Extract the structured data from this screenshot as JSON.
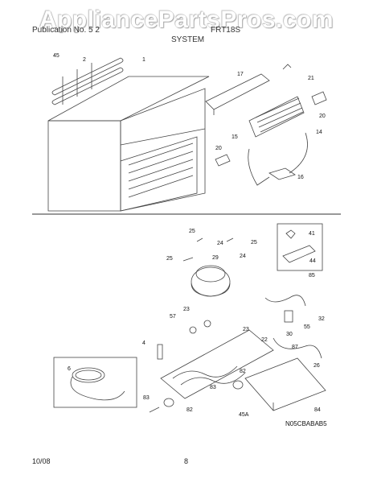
{
  "watermark": "AppliancePartsPros.com",
  "header": {
    "left_text": "Publication No. 5 2",
    "right_text": "FRT18S",
    "section": "SYSTEM"
  },
  "callouts": [
    "45",
    "2",
    "1",
    "17",
    "21",
    "20",
    "15",
    "14",
    "16",
    "20",
    "25",
    "25",
    "24",
    "24",
    "29",
    "25",
    "41",
    "44",
    "85",
    "23",
    "57",
    "30",
    "32",
    "55",
    "22",
    "23",
    "4",
    "6",
    "87",
    "26",
    "82",
    "83",
    "84",
    "82",
    "83",
    "45A"
  ],
  "diagram_code": "N05CBABAB5",
  "footer": {
    "date": "10/08",
    "page": "8"
  }
}
